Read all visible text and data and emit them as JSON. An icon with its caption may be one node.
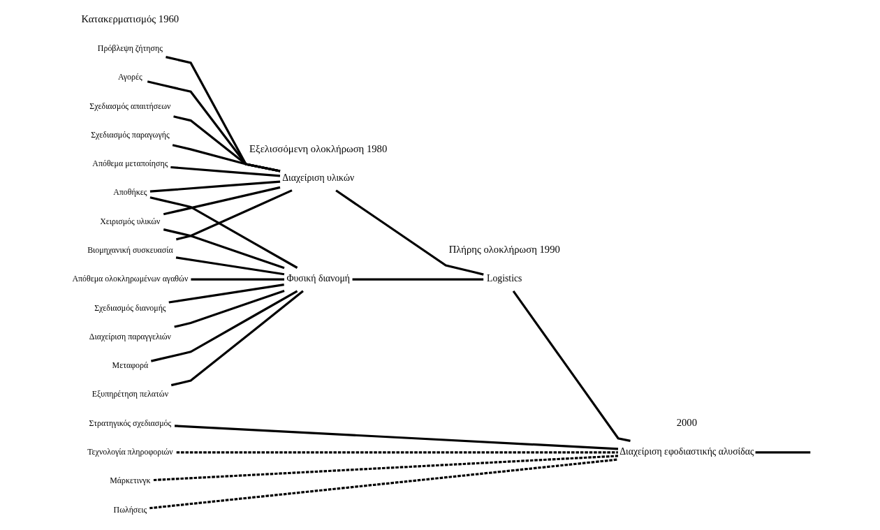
{
  "diagram": {
    "nodes": [
      {
        "text": [
          "Πρόβλεψη ζήτησης"
        ]
      },
      {
        "text": [
          "Αγορές"
        ]
      },
      {
        "text": [
          "Σχεδιασμός απαιτήσεων"
        ]
      },
      {
        "text": [
          "Σχεδιασμός παραγωγής"
        ]
      },
      {
        "text": [
          "Απόθεμα μεταποίησης"
        ]
      },
      {
        "text": [
          "Αποθήκες"
        ]
      },
      {
        "text": [
          "Χειρισμός υλικών"
        ]
      },
      {
        "text": [
          "Βιομηχανική συσκευασία"
        ]
      },
      {
        "text": [
          "Απόθεμα ολοκληρωμένων αγαθών"
        ]
      },
      {
        "text": [
          "Σχεδιασμός διανομής"
        ]
      },
      {
        "text": [
          "Διαχείριση παραγγελιών"
        ]
      },
      {
        "text": [
          "Μεταφορά"
        ]
      },
      {
        "text": [
          "Εξυπηρέτηση πελατών"
        ]
      },
      {
        "text": [
          "Στρατηγικός σχεδιασμός"
        ]
      },
      {
        "text": [
          "Τεχνολογία πληροφοριών"
        ]
      },
      {
        "text": [
          "Μάρκετινγκ"
        ]
      },
      {
        "text": [
          "Πωλήσεις"
        ]
      },
      {
        "text": [
          "Διαχείριση υλικών"
        ]
      },
      {
        "text": [
          "Φυσική διανομή"
        ]
      },
      {
        "text": [
          "Logistics"
        ]
      },
      {
        "text": [
          "Διαχείριση εφοδιαστικής αλυσίδας"
        ]
      }
    ],
    "edges": [
      {
        "from": 0,
        "to": 17,
        "arrow": "none"
      },
      {
        "from": 1,
        "to": 17,
        "arrow": "none"
      },
      {
        "from": 2,
        "to": 17,
        "arrow": "none"
      },
      {
        "from": 3,
        "to": 17,
        "arrow": "none"
      },
      {
        "from": 4,
        "to": 17,
        "arrow": "none"
      },
      {
        "from": 5,
        "to": 17,
        "arrow": "none"
      },
      {
        "from": 6,
        "to": 17,
        "arrow": "none"
      },
      {
        "from": 7,
        "to": 17,
        "arrow": "none"
      },
      {
        "from": 5,
        "to": 18,
        "arrow": "none"
      },
      {
        "from": 6,
        "to": 18,
        "arrow": "none"
      },
      {
        "from": 7,
        "to": 18,
        "arrow": "none"
      },
      {
        "from": 8,
        "to": 18,
        "arrow": "none"
      },
      {
        "from": 9,
        "to": 18,
        "arrow": "none"
      },
      {
        "from": 10,
        "to": 18,
        "arrow": "none"
      },
      {
        "from": 11,
        "to": 18,
        "arrow": "none"
      },
      {
        "from": 12,
        "to": 18,
        "arrow": "none"
      },
      {
        "from": 17,
        "to": 19,
        "arrow": "none"
      },
      {
        "from": 18,
        "to": 19,
        "arrow": "none"
      },
      {
        "from": 19,
        "to": 20,
        "arrow": "none"
      },
      {
        "from": 13,
        "to": 20,
        "arrow": "none"
      },
      {
        "from": 14,
        "to": 20,
        "arrow": "none",
        "style": "dashed"
      },
      {
        "from": 15,
        "to": 20,
        "arrow": "none",
        "style": "dashed"
      },
      {
        "from": 16,
        "to": 20,
        "arrow": "none",
        "style": "dashed"
      },
      {
        "from": 20,
        "to": null,
        "arrow": "none"
      }
    ],
    "labels": [
      "Κατακερματισμός 1960",
      "Εξελισσόμενη ολοκλήρωση 1980",
      "Πλήρης ολοκλήρωση 1990",
      "2000"
    ]
  }
}
